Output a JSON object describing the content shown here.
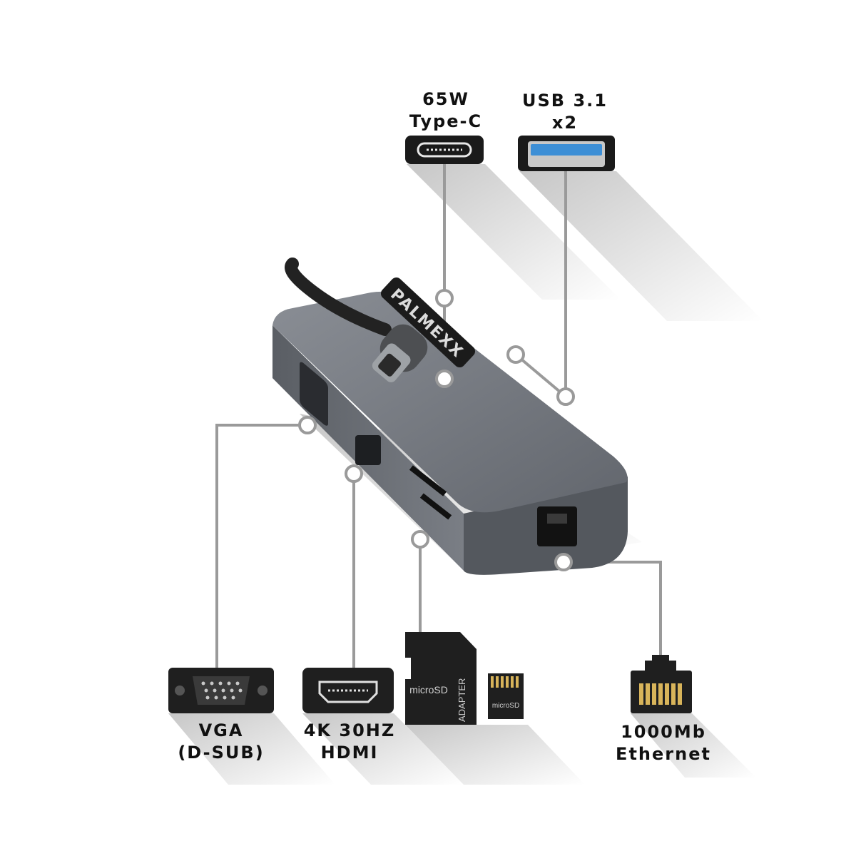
{
  "brand": "PALMEXX",
  "colors": {
    "hub_body": "#6f737a",
    "hub_top": "#7b7f86",
    "connector_black": "#111111",
    "usb_blue": "#3d8fd6",
    "callout_line": "#9a9a9a",
    "gold_pins": "#d8b45a"
  },
  "callouts": [
    {
      "id": "typec",
      "lines": [
        "65W",
        "Type-C"
      ],
      "icon": "usb-c-port-icon"
    },
    {
      "id": "usb",
      "lines": [
        "USB 3.1",
        "x2"
      ],
      "icon": "usb-a-port-icon"
    },
    {
      "id": "vga",
      "lines": [
        "VGA",
        "(D-SUB)"
      ],
      "icon": "vga-connector-icon"
    },
    {
      "id": "hdmi",
      "lines": [
        "4K 30HZ",
        "HDMI"
      ],
      "icon": "hdmi-connector-icon"
    },
    {
      "id": "sd",
      "lines": [],
      "icon": "microsd-adapter-icon"
    },
    {
      "id": "ethernet",
      "lines": [
        "1000Mb",
        "Ethernet"
      ],
      "icon": "rj45-connector-icon"
    }
  ],
  "sd_card": {
    "adapter_label": "microSD",
    "adapter_side_label": "ADAPTER",
    "card_label": "microSD"
  }
}
